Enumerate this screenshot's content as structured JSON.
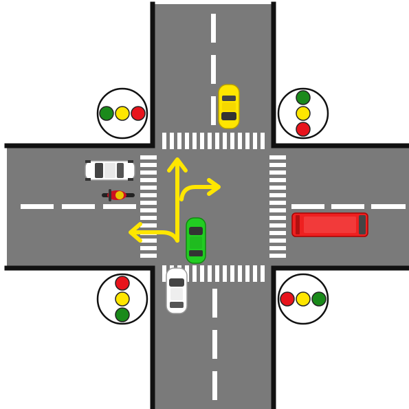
{
  "scene": {
    "colors": {
      "road": "#7a7a7a",
      "curb": "#111111",
      "marking": "#ffffff",
      "arrow": "#ffe600",
      "light_red": "#e8141c",
      "light_yellow": "#ffe600",
      "light_green": "#1a8a1a",
      "background": "#ffffff"
    },
    "traffic_lights": [
      {
        "corner": "top-left",
        "orientation": "horizontal",
        "order": [
          "green",
          "yellow",
          "red"
        ]
      },
      {
        "corner": "top-right",
        "orientation": "vertical",
        "order": [
          "green",
          "yellow",
          "red"
        ]
      },
      {
        "corner": "bottom-left",
        "orientation": "vertical",
        "order": [
          "red",
          "yellow",
          "green"
        ]
      },
      {
        "corner": "bottom-right",
        "orientation": "horizontal",
        "order": [
          "red",
          "yellow",
          "green"
        ]
      }
    ],
    "vehicles": [
      {
        "name": "yellow-car",
        "type": "car",
        "color": "#ffe600",
        "heading": "south"
      },
      {
        "name": "white-car-west",
        "type": "car",
        "color": "#ffffff",
        "heading": "west"
      },
      {
        "name": "motorcycle",
        "type": "motorcycle",
        "color": "#cc1020",
        "heading": "west"
      },
      {
        "name": "green-car",
        "type": "car",
        "color": "#22cc22",
        "heading": "north"
      },
      {
        "name": "white-car-south",
        "type": "car",
        "color": "#ffffff",
        "heading": "north"
      },
      {
        "name": "red-bus",
        "type": "bus",
        "color": "#ee2020",
        "heading": "east"
      }
    ],
    "arrows": [
      "straight",
      "right",
      "left"
    ]
  }
}
